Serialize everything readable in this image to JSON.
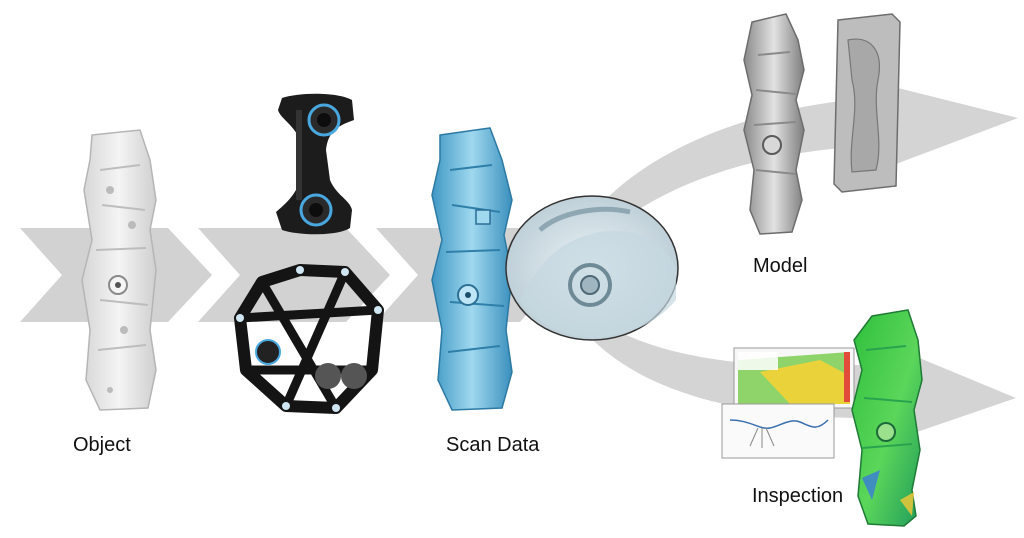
{
  "stages": {
    "object": {
      "label": "Object"
    },
    "scanner": {
      "label": ""
    },
    "scan_data": {
      "label": "Scan Data"
    },
    "model": {
      "label": "Model"
    },
    "inspection": {
      "label": "Inspection"
    }
  },
  "colors": {
    "arrow": "#cfcfcf",
    "part_white": "#ececec",
    "scan_blue": "#5ab6dd",
    "model_gray": "#a9a9a9",
    "inspection_green": "#33c24a",
    "scanner_black": "#1c1c1c"
  },
  "icons": {
    "object": "white-part-icon",
    "scanner": "handheld-scanner-icon",
    "tracker": "optical-tracker-icon",
    "scan": "blue-scan-mesh-icon",
    "zoom": "zoom-detail-icon",
    "model": "cad-model-icon",
    "inspection": "color-deviation-map-icon"
  }
}
